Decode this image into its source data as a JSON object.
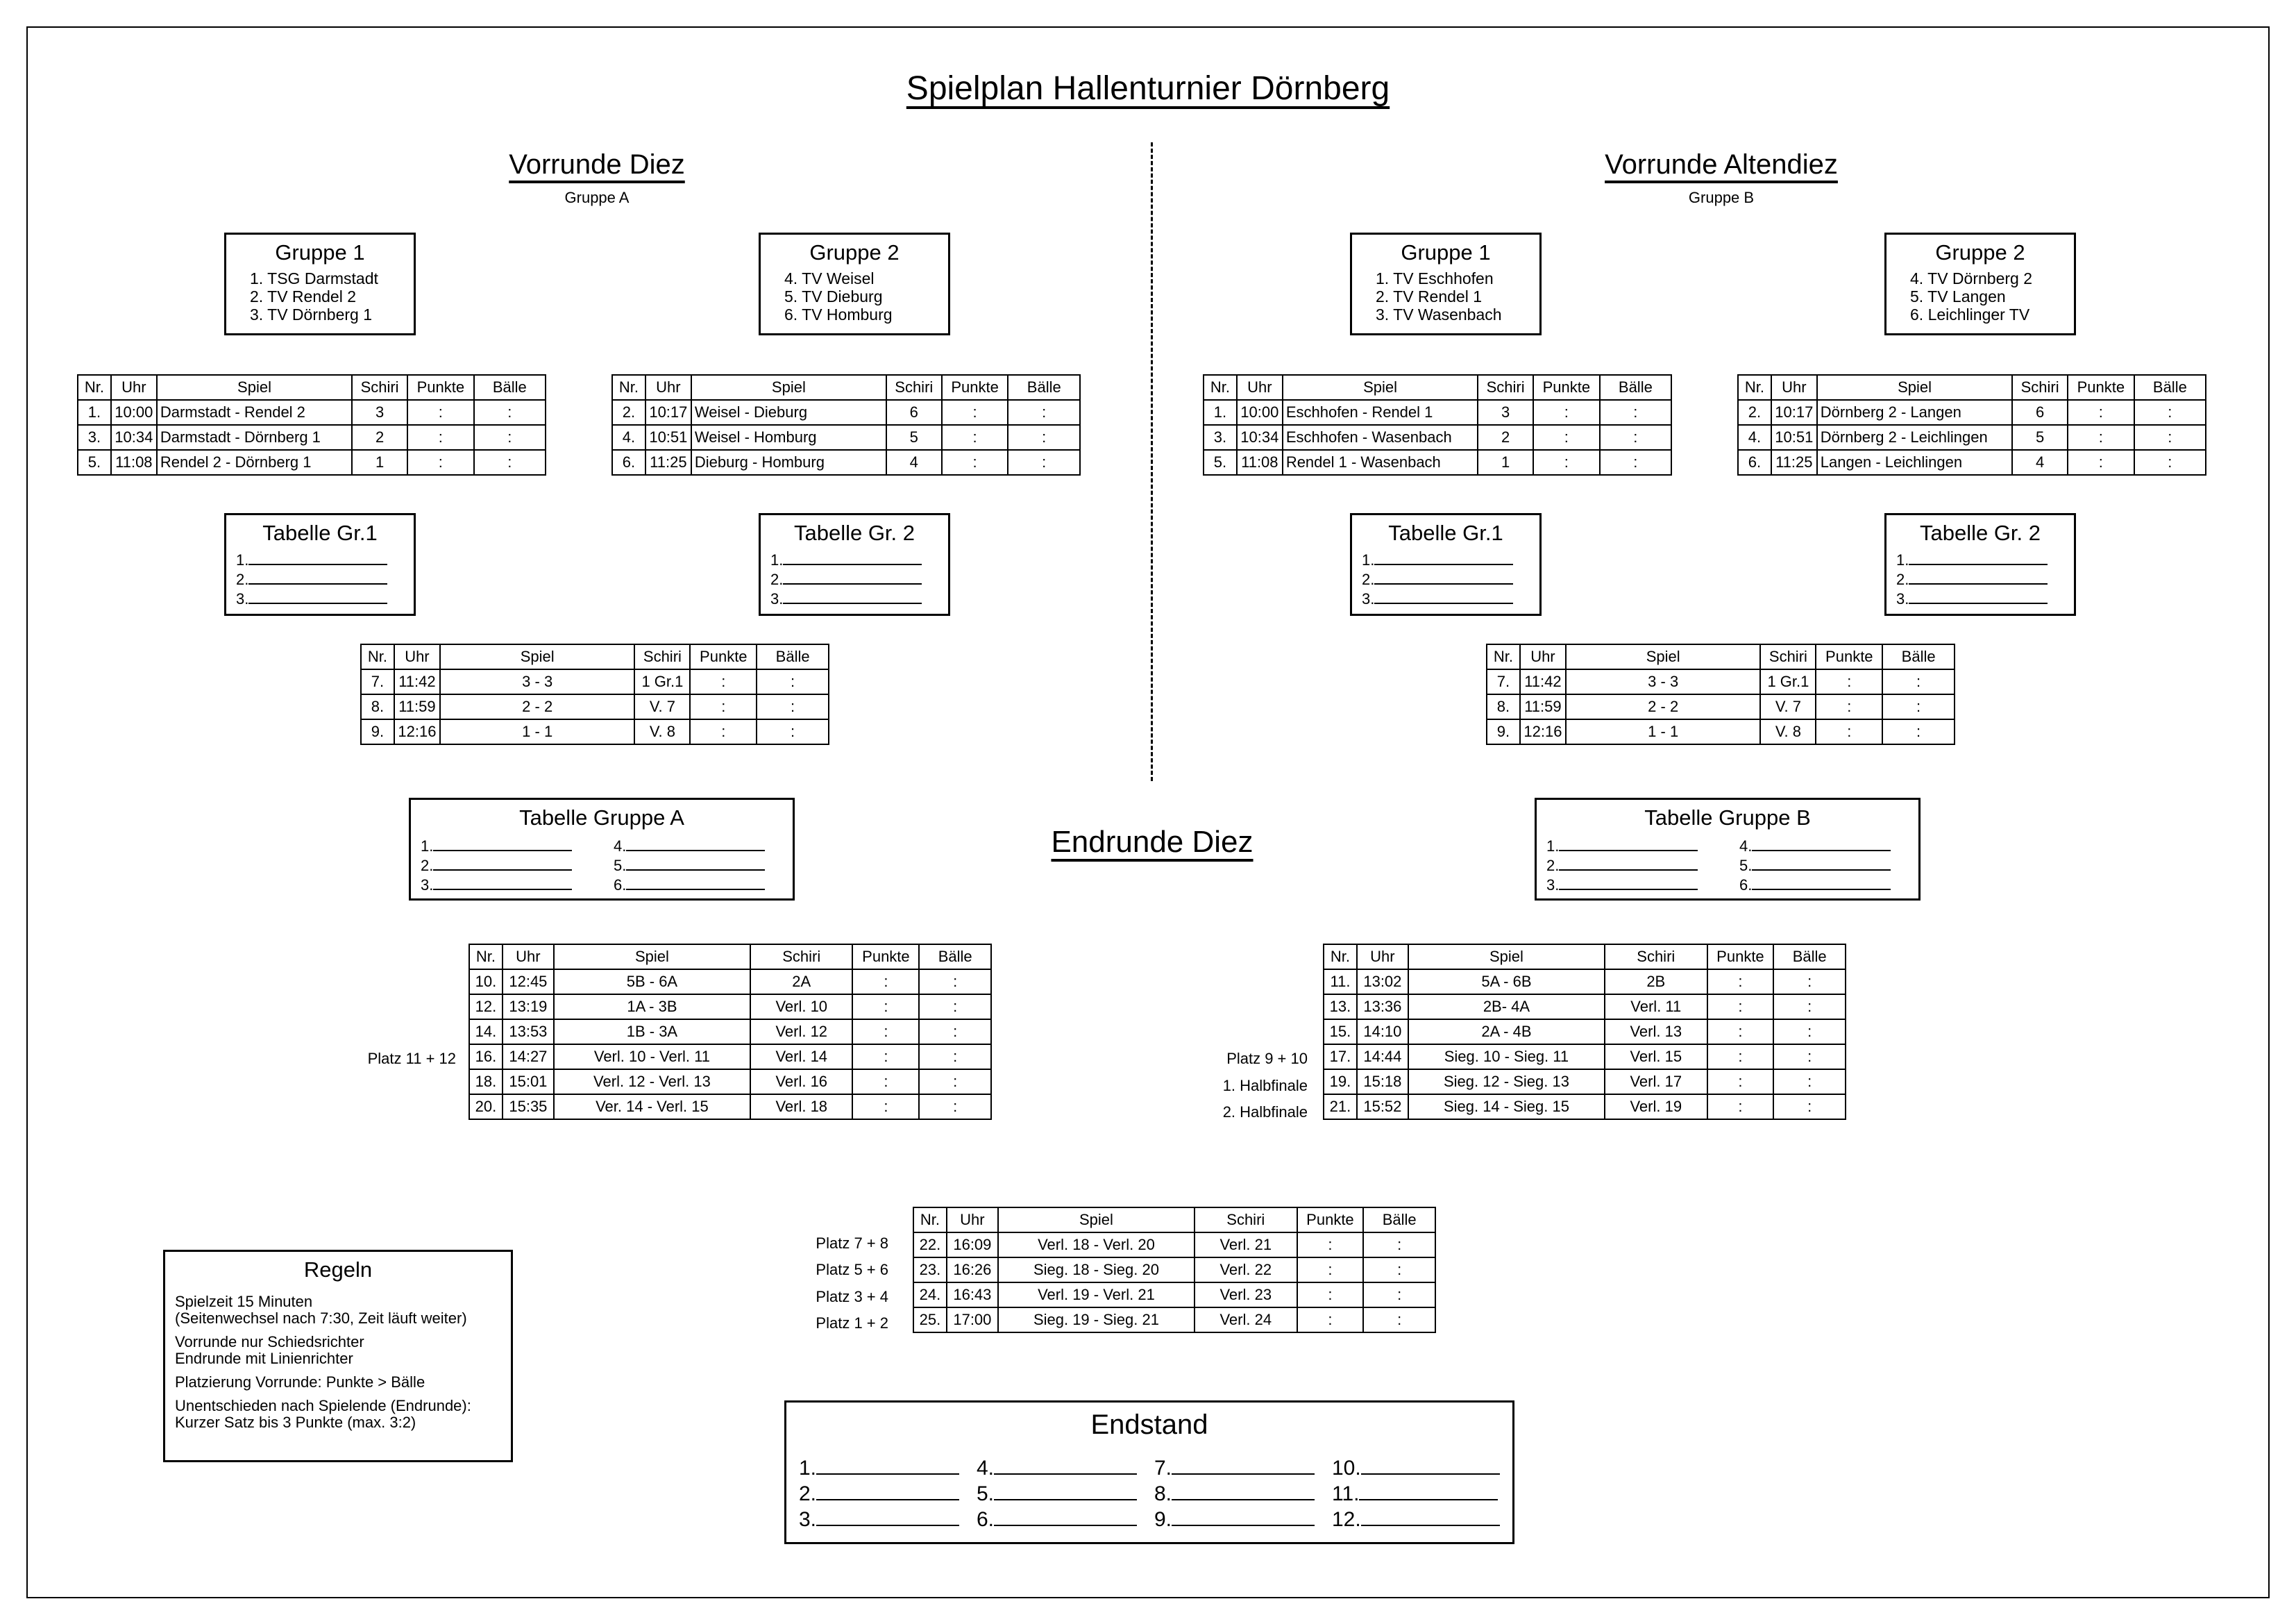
{
  "title": "Spielplan Hallenturnier Dörnberg",
  "table_headers": [
    "Nr.",
    "Uhr",
    "Spiel",
    "Schiri",
    "Punkte",
    "Bälle"
  ],
  "left": {
    "heading": "Vorrunde Diez",
    "subheading": "Gruppe A",
    "group1": {
      "title": "Gruppe 1",
      "teams": [
        "1. TSG Darmstadt",
        "2. TV Rendel 2",
        "3. TV Dörnberg 1"
      ]
    },
    "group2": {
      "title": "Gruppe 2",
      "teams": [
        "4. TV Weisel",
        "5. TV Dieburg",
        "6. TV Homburg"
      ]
    },
    "games1": [
      [
        "1.",
        "10:00",
        "Darmstadt - Rendel 2",
        "3",
        ":",
        ":"
      ],
      [
        "3.",
        "10:34",
        "Darmstadt - Dörnberg 1",
        "2",
        ":",
        ":"
      ],
      [
        "5.",
        "11:08",
        "Rendel 2 - Dörnberg 1",
        "1",
        ":",
        ":"
      ]
    ],
    "games2": [
      [
        "2.",
        "10:17",
        "Weisel - Dieburg",
        "6",
        ":",
        ":"
      ],
      [
        "4.",
        "10:51",
        "Weisel - Homburg",
        "5",
        ":",
        ":"
      ],
      [
        "6.",
        "11:25",
        "Dieburg - Homburg",
        "4",
        ":",
        ":"
      ]
    ],
    "table1": {
      "title": "Tabelle Gr.1",
      "lines": [
        "1.",
        "2.",
        "3."
      ]
    },
    "table2": {
      "title": "Tabelle Gr. 2",
      "lines": [
        "1.",
        "2.",
        "3."
      ]
    },
    "cross": [
      [
        "7.",
        "11:42",
        "3 - 3",
        "1 Gr.1",
        ":",
        ":"
      ],
      [
        "8.",
        "11:59",
        "2 - 2",
        "V. 7",
        ":",
        ":"
      ],
      [
        "9.",
        "12:16",
        "1 - 1",
        "V. 8",
        ":",
        ":"
      ]
    ],
    "table_group": {
      "title": "Tabelle Gruppe A",
      "lines": [
        "1.",
        "2.",
        "3.",
        "4.",
        "5.",
        "6."
      ]
    }
  },
  "right": {
    "heading": "Vorrunde Altendiez",
    "subheading": "Gruppe B",
    "group1": {
      "title": "Gruppe 1",
      "teams": [
        "1. TV Eschhofen",
        "2. TV Rendel 1",
        "3. TV Wasenbach"
      ]
    },
    "group2": {
      "title": "Gruppe 2",
      "teams": [
        "4. TV Dörnberg 2",
        "5. TV Langen",
        "6. Leichlinger TV"
      ]
    },
    "games1": [
      [
        "1.",
        "10:00",
        "Eschhofen - Rendel 1",
        "3",
        ":",
        ":"
      ],
      [
        "3.",
        "10:34",
        "Eschhofen - Wasenbach",
        "2",
        ":",
        ":"
      ],
      [
        "5.",
        "11:08",
        "Rendel 1 - Wasenbach",
        "1",
        ":",
        ":"
      ]
    ],
    "games2": [
      [
        "2.",
        "10:17",
        "Dörnberg 2 - Langen",
        "6",
        ":",
        ":"
      ],
      [
        "4.",
        "10:51",
        "Dörnberg 2 - Leichlingen",
        "5",
        ":",
        ":"
      ],
      [
        "6.",
        "11:25",
        "Langen - Leichlingen",
        "4",
        ":",
        ":"
      ]
    ],
    "table1": {
      "title": "Tabelle Gr.1",
      "lines": [
        "1.",
        "2.",
        "3."
      ]
    },
    "table2": {
      "title": "Tabelle Gr. 2",
      "lines": [
        "1.",
        "2.",
        "3."
      ]
    },
    "cross": [
      [
        "7.",
        "11:42",
        "3 - 3",
        "1 Gr.1",
        ":",
        ":"
      ],
      [
        "8.",
        "11:59",
        "2 - 2",
        "V. 7",
        ":",
        ":"
      ],
      [
        "9.",
        "12:16",
        "1 - 1",
        "V. 8",
        ":",
        ":"
      ]
    ],
    "table_group": {
      "title": "Tabelle Gruppe B",
      "lines": [
        "1.",
        "2.",
        "3.",
        "4.",
        "5.",
        "6."
      ]
    }
  },
  "endrunde": {
    "heading": "Endrunde Diez",
    "left_games": [
      [
        "10.",
        "12:45",
        "5B - 6A",
        "2A",
        ":",
        ":"
      ],
      [
        "12.",
        "13:19",
        "1A - 3B",
        "Verl. 10",
        ":",
        ":"
      ],
      [
        "14.",
        "13:53",
        "1B - 3A",
        "Verl. 12",
        ":",
        ":"
      ],
      [
        "16.",
        "14:27",
        "Verl. 10 - Verl. 11",
        "Verl. 14",
        ":",
        ":"
      ],
      [
        "18.",
        "15:01",
        "Verl. 12 - Verl. 13",
        "Verl. 16",
        ":",
        ":"
      ],
      [
        "20.",
        "15:35",
        "Ver. 14 - Verl. 15",
        "Verl. 18",
        ":",
        ":"
      ]
    ],
    "left_label": "Platz  11 + 12",
    "right_games": [
      [
        "11.",
        "13:02",
        "5A - 6B",
        "2B",
        ":",
        ":"
      ],
      [
        "13.",
        "13:36",
        "2B- 4A",
        "Verl. 11",
        ":",
        ":"
      ],
      [
        "15.",
        "14:10",
        "2A - 4B",
        "Verl. 13",
        ":",
        ":"
      ],
      [
        "17.",
        "14:44",
        "Sieg. 10 - Sieg. 11",
        "Verl. 15",
        ":",
        ":"
      ],
      [
        "19.",
        "15:18",
        "Sieg. 12 - Sieg. 13",
        "Verl. 17",
        ":",
        ":"
      ],
      [
        "21.",
        "15:52",
        "Sieg. 14 - Sieg. 15",
        "Verl. 19",
        ":",
        ":"
      ]
    ],
    "right_labels": [
      "Platz  9 + 10",
      "1. Halbfinale",
      "2. Halbfinale"
    ],
    "final_games": [
      [
        "22.",
        "16:09",
        "Verl. 18 - Verl. 20",
        "Verl. 21",
        ":",
        ":"
      ],
      [
        "23.",
        "16:26",
        "Sieg. 18 - Sieg. 20",
        "Verl. 22",
        ":",
        ":"
      ],
      [
        "24.",
        "16:43",
        "Verl. 19 - Verl. 21",
        "Verl. 23",
        ":",
        ":"
      ],
      [
        "25.",
        "17:00",
        "Sieg. 19 - Sieg. 21",
        "Verl. 24",
        ":",
        ":"
      ]
    ],
    "final_labels": [
      "Platz  7 + 8",
      "Platz  5 + 6",
      "Platz  3 + 4",
      "Platz  1 + 2"
    ]
  },
  "rules": {
    "title": "Regeln",
    "items": [
      [
        "Spielzeit 15 Minuten",
        "(Seitenwechsel nach 7:30, Zeit läuft weiter)"
      ],
      [
        "Vorrunde nur Schiedsrichter",
        "Endrunde mit Linienrichter"
      ],
      [
        "Platzierung Vorrunde: Punkte > Bälle"
      ],
      [
        "Unentschieden nach Spielende (Endrunde):",
        "Kurzer Satz bis 3 Punkte (max. 3:2)"
      ]
    ]
  },
  "endstand": {
    "title": "Endstand",
    "columns": [
      [
        "1.",
        "2.",
        "3."
      ],
      [
        "4.",
        "5.",
        "6."
      ],
      [
        "7.",
        "8.",
        "9."
      ],
      [
        "10.",
        "11.",
        "12."
      ]
    ]
  }
}
